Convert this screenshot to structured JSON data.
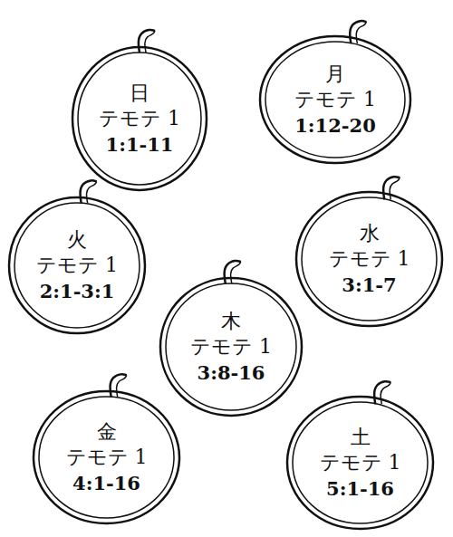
{
  "diagram": {
    "nodes": [
      {
        "text": [
          "日",
          "テモテ 1",
          "1:1-11"
        ]
      },
      {
        "text": [
          "月",
          "テモテ 1",
          "1:12-20"
        ]
      },
      {
        "text": [
          "火",
          "テモテ 1",
          "2:1-3:1"
        ]
      },
      {
        "text": [
          "水",
          "テモテ 1",
          "3:1-7"
        ]
      },
      {
        "text": [
          "木",
          "テモテ 1",
          "3:8-16"
        ]
      },
      {
        "text": [
          "金",
          "テモテ 1",
          "4:1-16"
        ]
      },
      {
        "text": [
          "土",
          "テモテ 1",
          "5:1-16"
        ]
      }
    ],
    "edges": []
  }
}
